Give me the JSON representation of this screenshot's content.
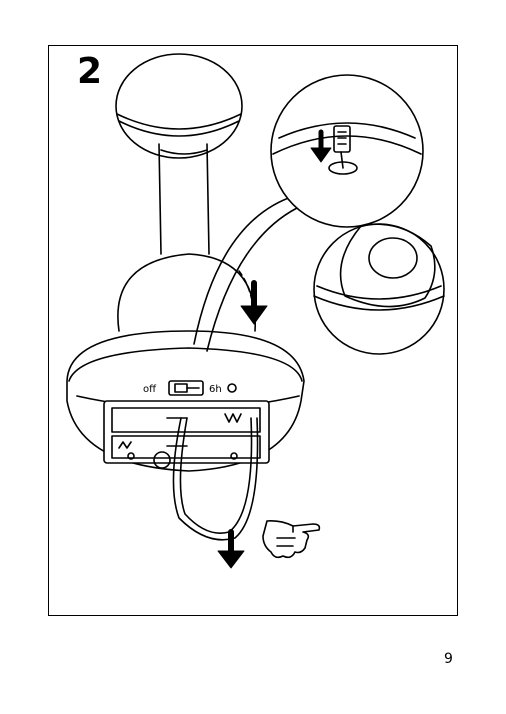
{
  "step": {
    "number": "2"
  },
  "switch": {
    "off_label": "off",
    "timer_label": "6h"
  },
  "page": {
    "number": "9"
  },
  "icons": {
    "down_arrow": "arrow-down-icon",
    "pointing_hand": "pointing-hand-icon"
  }
}
